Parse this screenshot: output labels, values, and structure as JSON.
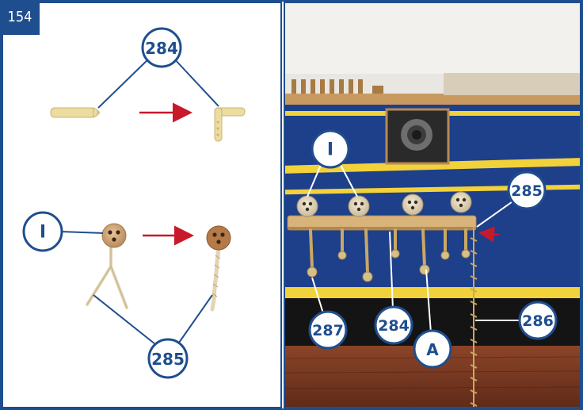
{
  "page_number": "154",
  "colors": {
    "navy": "#1f4e8e",
    "arrow_red": "#c8192b",
    "hull_blue": "#1e3f8a",
    "stripe_yellow": "#f2d23a",
    "wood_dark": "#7a3a22"
  },
  "left_panel": {
    "rail_label": "284",
    "deadeye_label": "I",
    "chainplate_label": "285"
  },
  "right_panel": {
    "deadeyes_label": "I",
    "chainplate_label": "285",
    "link_label": "287",
    "rail_label": "284",
    "a_label": "A",
    "chain_label": "286"
  }
}
